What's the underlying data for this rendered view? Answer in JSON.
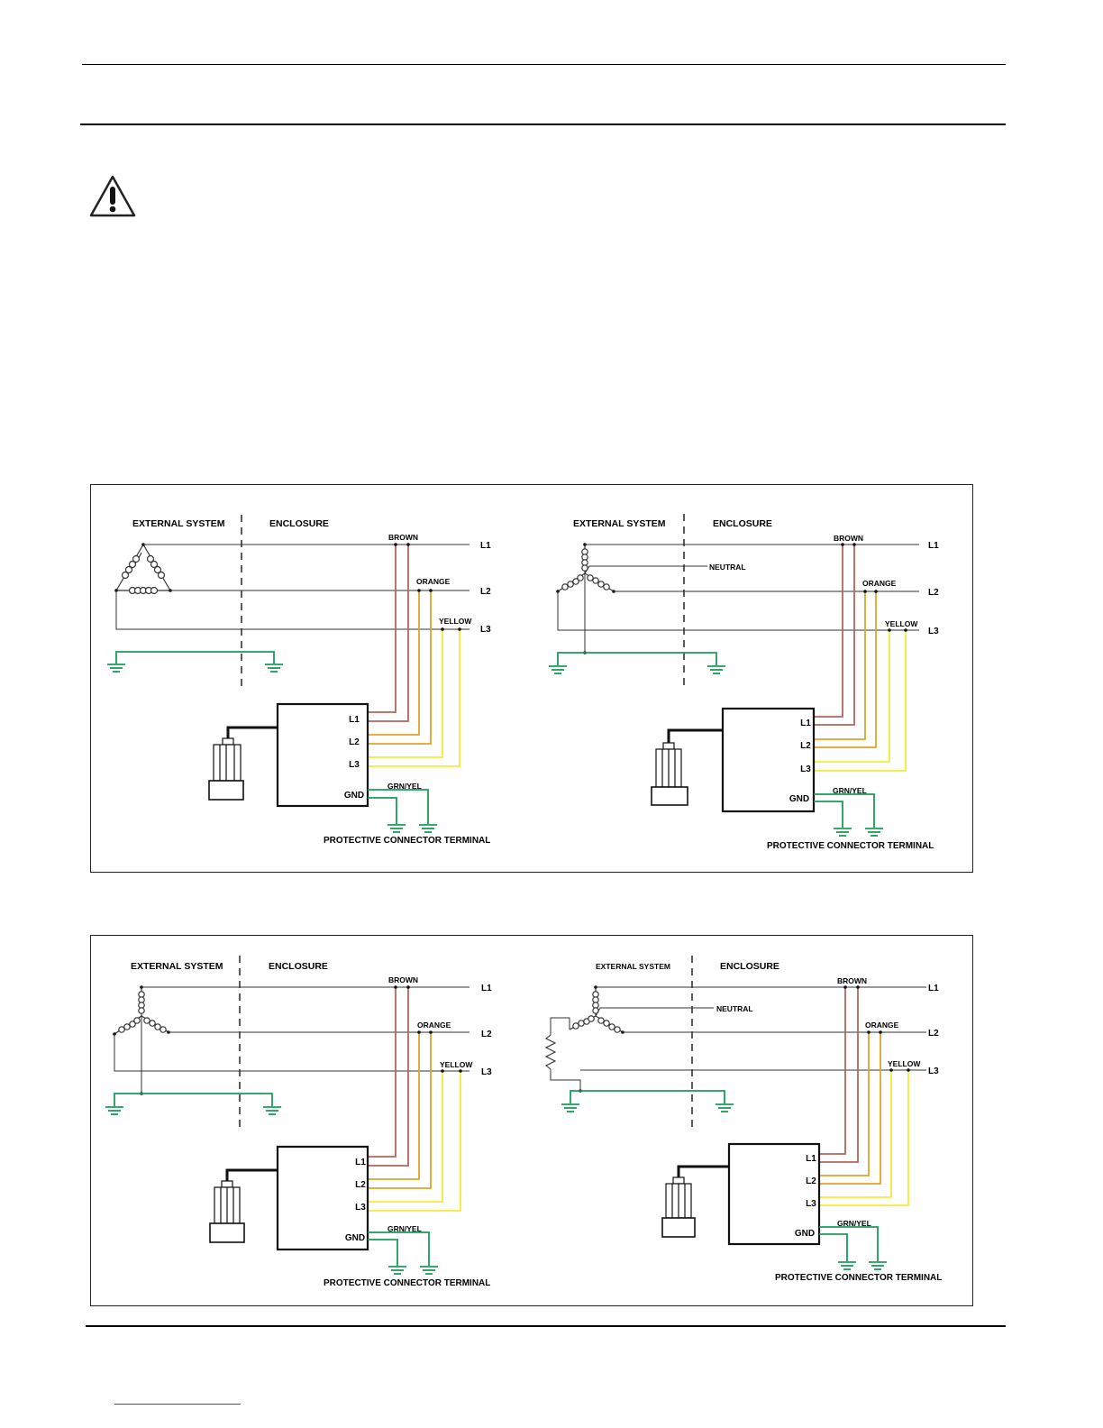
{
  "colors": {
    "brown": "#b5655f",
    "orange": "#e2a42a",
    "yellow": "#f2ec3a",
    "green": "#1d9b5a",
    "line": "#333333"
  },
  "icons": {
    "warning": "warning-triangle-icon"
  },
  "panels": [
    {
      "source": "delta",
      "external_label": "EXTERNAL SYSTEM",
      "enclosure_label": "ENCLOSURE",
      "wire_labels": {
        "brown": "BROWN",
        "orange": "ORANGE",
        "yellow": "YELLOW",
        "ground": "GRN/YEL"
      },
      "line_labels": [
        "L1",
        "L2",
        "L3"
      ],
      "terminal_labels": [
        "L1",
        "L2",
        "L3",
        "GND"
      ],
      "protective_label": "PROTECTIVE CONNECTOR TERMINAL"
    },
    {
      "source": "wye-neutral",
      "external_label": "EXTERNAL SYSTEM",
      "enclosure_label": "ENCLOSURE",
      "neutral_label": "NEUTRAL",
      "wire_labels": {
        "brown": "BROWN",
        "orange": "ORANGE",
        "yellow": "YELLOW",
        "ground": "GRN/YEL"
      },
      "line_labels": [
        "L1",
        "L2",
        "L3"
      ],
      "terminal_labels": [
        "L1",
        "L2",
        "L3",
        "GND"
      ],
      "protective_label": "PROTECTIVE CONNECTOR TERMINAL"
    },
    {
      "source": "wye",
      "external_label": "EXTERNAL SYSTEM",
      "enclosure_label": "ENCLOSURE",
      "wire_labels": {
        "brown": "BROWN",
        "orange": "ORANGE",
        "yellow": "YELLOW",
        "ground": "GRN/YEL"
      },
      "line_labels": [
        "L1",
        "L2",
        "L3"
      ],
      "terminal_labels": [
        "L1",
        "L2",
        "L3",
        "GND"
      ],
      "protective_label": "PROTECTIVE CONNECTOR TERMINAL"
    },
    {
      "source": "wye-neutral-resistor",
      "external_label": "EXTERNAL SYSTEM",
      "enclosure_label": "ENCLOSURE",
      "neutral_label": "NEUTRAL",
      "wire_labels": {
        "brown": "BROWN",
        "orange": "ORANGE",
        "yellow": "YELLOW",
        "ground": "GRN/YEL"
      },
      "line_labels": [
        "L1",
        "L2",
        "L3"
      ],
      "terminal_labels": [
        "L1",
        "L2",
        "L3",
        "GND"
      ],
      "protective_label": "PROTECTIVE CONNECTOR TERMINAL"
    }
  ]
}
